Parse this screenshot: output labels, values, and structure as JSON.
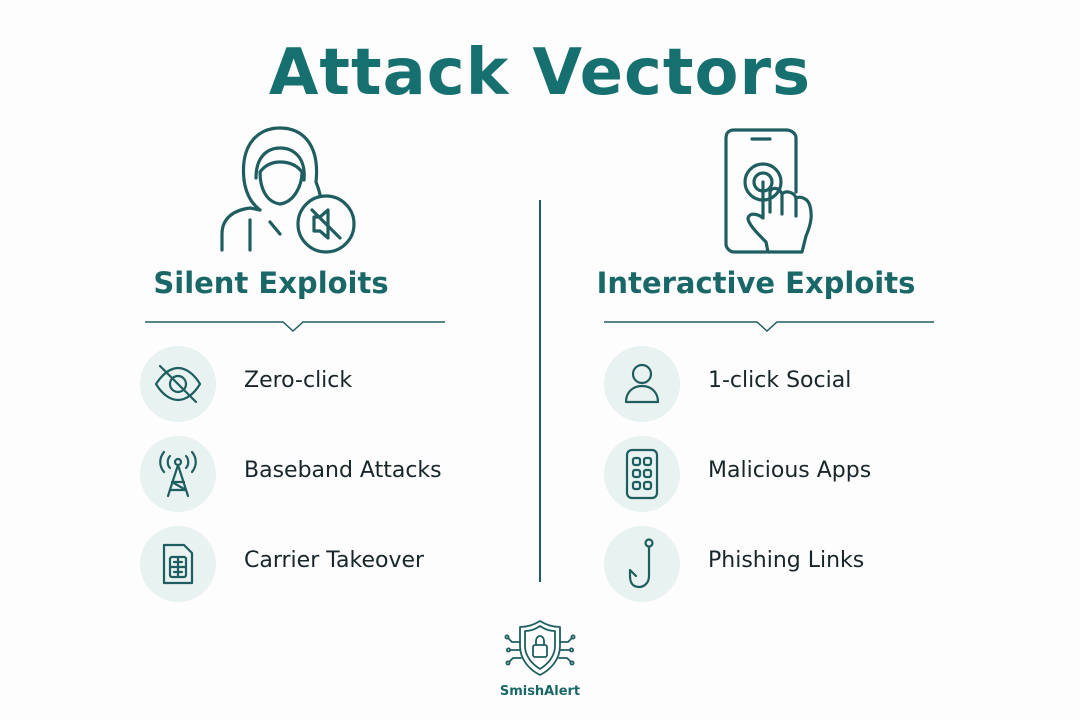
{
  "title": "Attack Vectors",
  "left_column": {
    "heading": "Silent Exploits",
    "hero_icon": "hooded-hacker-muted-icon",
    "items": [
      {
        "label": "Zero-click",
        "icon": "eye-slash-icon"
      },
      {
        "label": "Baseband Attacks",
        "icon": "radio-tower-icon"
      },
      {
        "label": "Carrier Takeover",
        "icon": "sim-card-icon"
      }
    ]
  },
  "right_column": {
    "heading": "Interactive Exploits",
    "hero_icon": "phone-tap-icon",
    "items": [
      {
        "label": "1-click Social",
        "icon": "user-icon"
      },
      {
        "label": "Malicious Apps",
        "icon": "app-grid-icon"
      },
      {
        "label": "Phishing Links",
        "icon": "fish-hook-icon"
      }
    ]
  },
  "brand": {
    "name": "SmishAlert",
    "icon": "shield-lock-icon"
  },
  "colors": {
    "accent": "#16706f",
    "stroke": "#1f5e60",
    "circle_bg": "#e8f2f1",
    "text": "#17262a"
  }
}
